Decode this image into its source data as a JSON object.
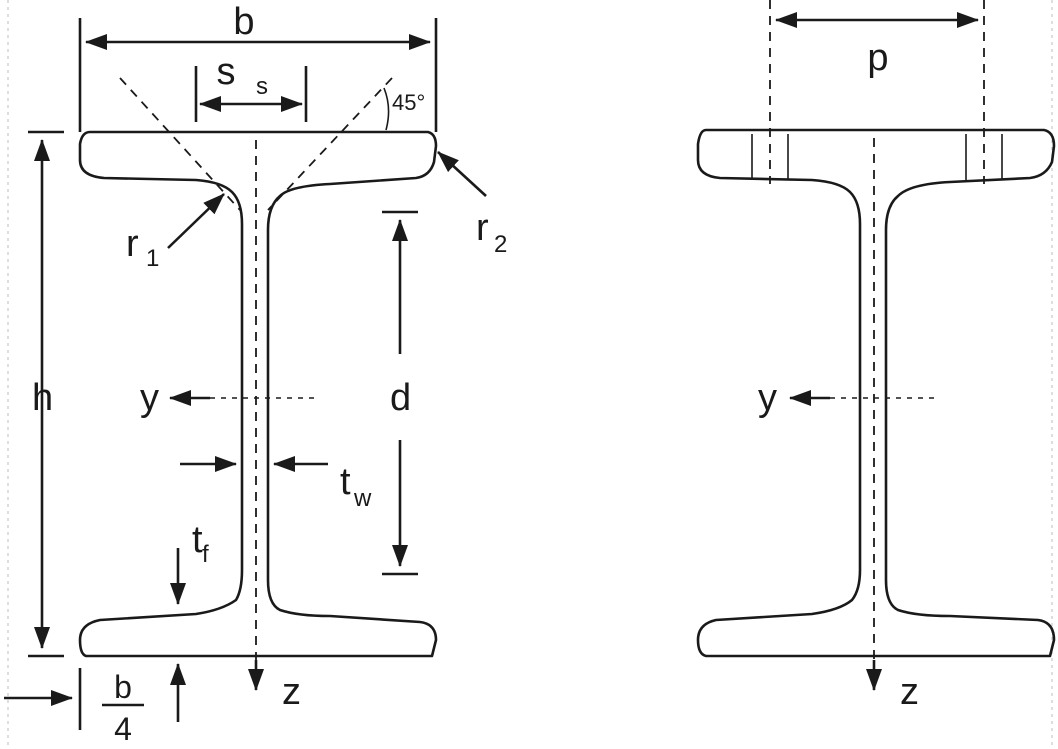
{
  "labels": {
    "b": "b",
    "ss_main": "s",
    "ss_sub": "s",
    "angle": "45°",
    "r1_main": "r",
    "r1_sub": "1",
    "r2_main": "r",
    "r2_sub": "2",
    "h": "h",
    "d": "d",
    "y_left": "y",
    "tw_main": "t",
    "tw_sub": "w",
    "tf_main": "t",
    "tf_sub": "f",
    "z_left": "z",
    "b4_num": "b",
    "b4_den": "4",
    "p": "p",
    "y_right": "y",
    "z_right": "z"
  },
  "colors": {
    "ink": "#1a1a1a",
    "background": "#ffffff"
  }
}
